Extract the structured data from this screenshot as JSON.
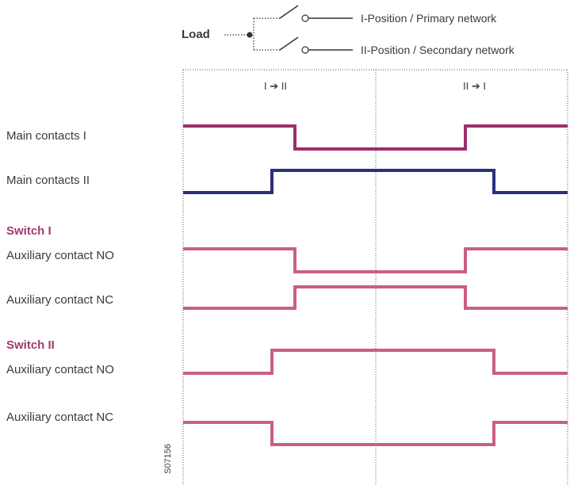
{
  "legend": {
    "load_label": "Load",
    "position_1": "I-Position / Primary network",
    "position_2": "II-Position / Secondary network"
  },
  "transitions": {
    "first": "I ➔ II",
    "second": "II ➔ I"
  },
  "rows": {
    "main_1": "Main contacts I",
    "main_2": "Main contacts II",
    "switch_1_title": "Switch I",
    "switch_1_no": "Auxiliary contact NO",
    "switch_1_nc": "Auxiliary contact NC",
    "switch_2_title": "Switch II",
    "switch_2_no": "Auxiliary contact NO",
    "switch_2_nc": "Auxiliary contact NC"
  },
  "figure_id": "S07156",
  "colors": {
    "main_1": "#9b2f6b",
    "main_2": "#2b2f7a",
    "auxiliary": "#c9607f",
    "group_title": "#a03a70",
    "dotted": "#555555"
  }
}
